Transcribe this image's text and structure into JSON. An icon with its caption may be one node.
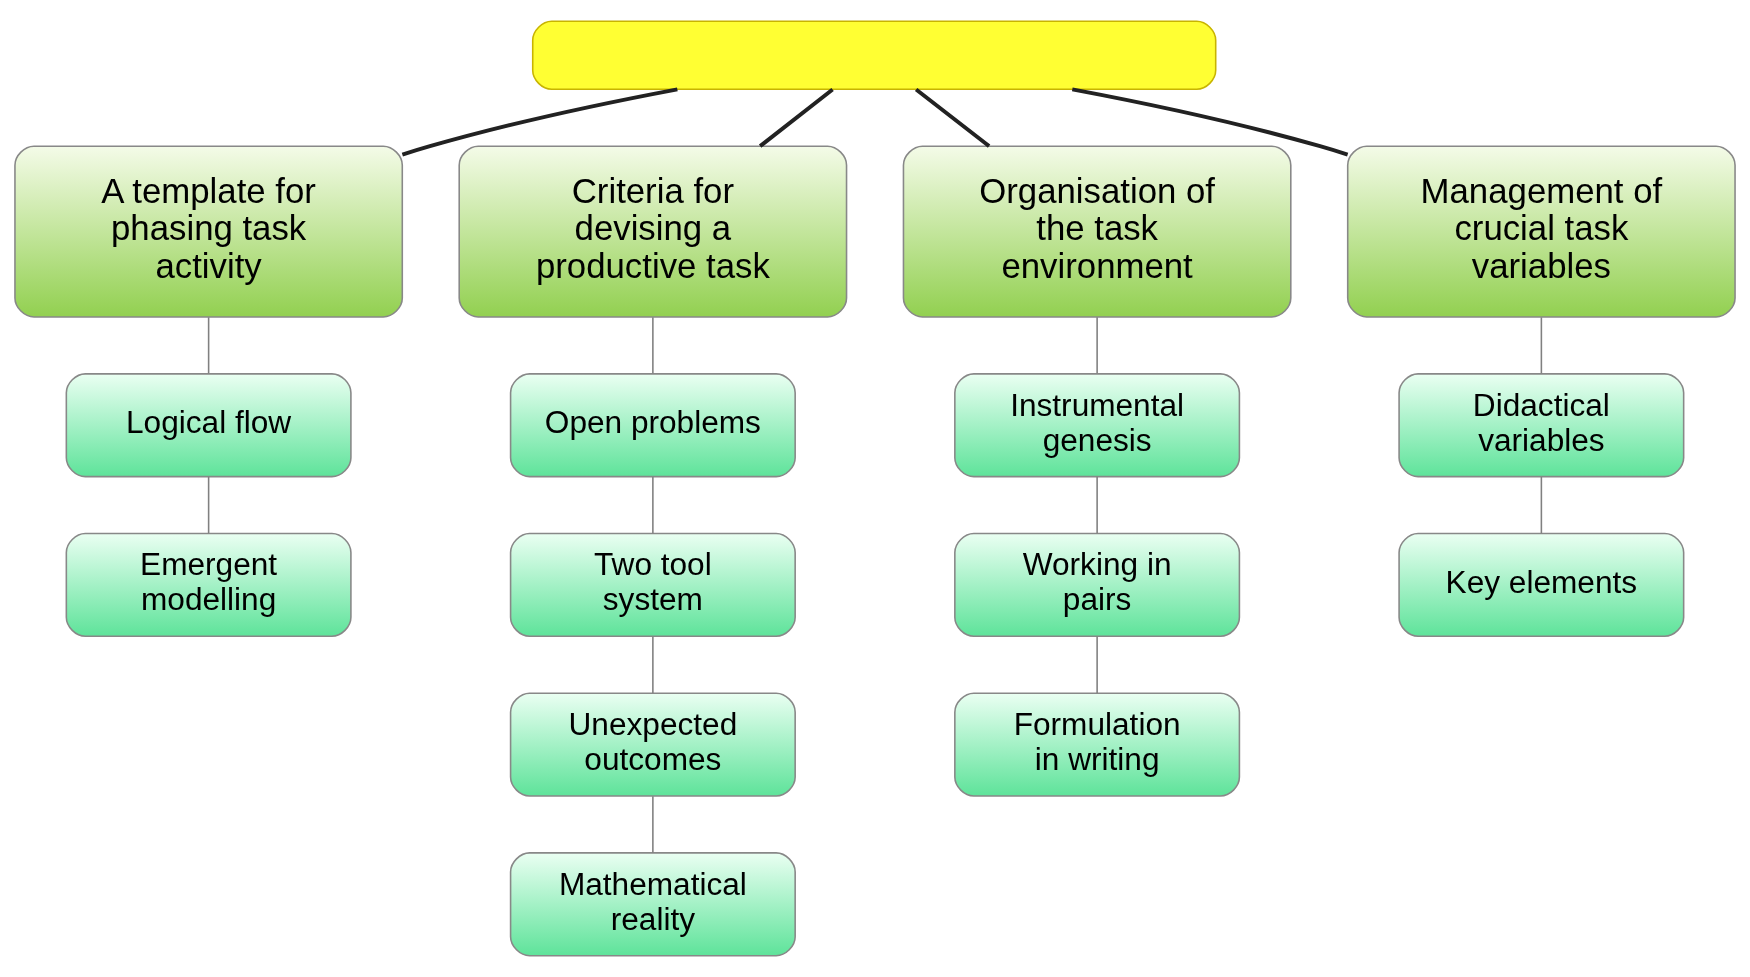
{
  "diagram": {
    "nodes": [
      {
        "text": [],
        "shape": "box"
      },
      {
        "text": [
          "A template for phasing task activity"
        ]
      },
      {
        "text": [
          "Criteria for devising a productive task"
        ]
      },
      {
        "text": [
          "Organisation of the task environment"
        ]
      },
      {
        "text": [
          "Management of crucial task variables"
        ]
      },
      {
        "text": [
          "Logical flow"
        ]
      },
      {
        "text": [
          "Emergent modelling"
        ]
      },
      {
        "text": [
          "Open problems"
        ]
      },
      {
        "text": [
          "Two tool system"
        ]
      },
      {
        "text": [
          "Unexpected outcomes"
        ]
      },
      {
        "text": [
          "Mathematical reality"
        ]
      },
      {
        "text": [
          "Instrumental genesis"
        ]
      },
      {
        "text": [
          "Working in pairs"
        ]
      },
      {
        "text": [
          "Formulation in writing"
        ]
      },
      {
        "text": [
          "Didactical variables"
        ]
      },
      {
        "text": [
          "Key elements"
        ]
      }
    ],
    "edges": [
      {
        "from": 0,
        "to": 1,
        "arrow": "none",
        "color": "#222222"
      },
      {
        "from": 0,
        "to": 2,
        "arrow": "none",
        "color": "#222222"
      },
      {
        "from": 0,
        "to": 3,
        "arrow": "none",
        "color": "#222222"
      },
      {
        "from": 0,
        "to": 4,
        "arrow": "none",
        "color": "#222222"
      },
      {
        "from": 1,
        "to": 5,
        "arrow": "none"
      },
      {
        "from": 5,
        "to": 6,
        "arrow": "none"
      },
      {
        "from": 2,
        "to": 7,
        "arrow": "none"
      },
      {
        "from": 7,
        "to": 8,
        "arrow": "none"
      },
      {
        "from": 8,
        "to": 9,
        "arrow": "none"
      },
      {
        "from": 9,
        "to": 10,
        "arrow": "none"
      },
      {
        "from": 3,
        "to": 11,
        "arrow": "none"
      },
      {
        "from": 11,
        "to": 12,
        "arrow": "none"
      },
      {
        "from": 12,
        "to": 13,
        "arrow": "none"
      },
      {
        "from": 4,
        "to": 14,
        "arrow": "none"
      },
      {
        "from": 14,
        "to": 15,
        "arrow": "none"
      }
    ]
  }
}
